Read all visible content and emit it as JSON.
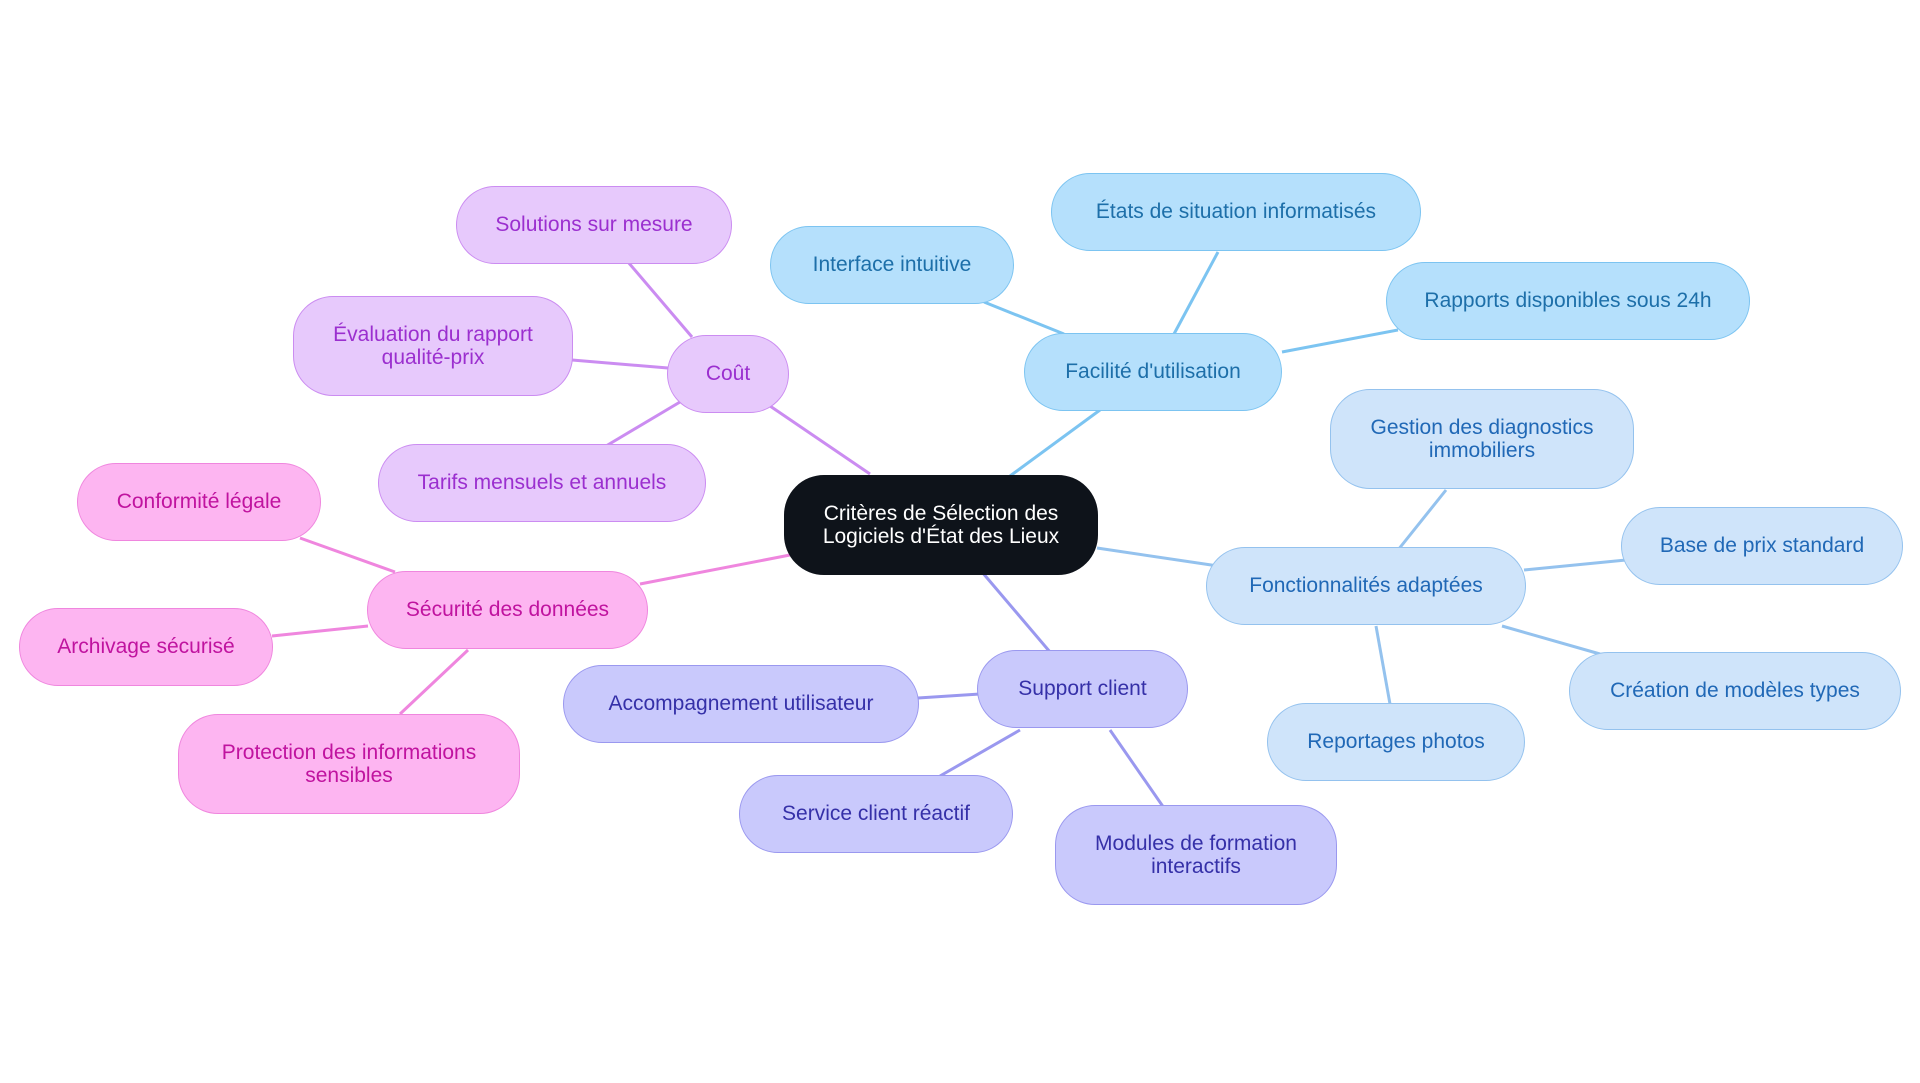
{
  "diagram": {
    "root": {
      "label": "Critères de Sélection des Logiciels d'État des Lieux"
    },
    "branches": [
      {
        "key": "cout",
        "label": "Coût",
        "color": "#cb8cf1",
        "children": [
          "Solutions sur mesure",
          "Évaluation du rapport qualité-prix",
          "Tarifs mensuels et annuels"
        ]
      },
      {
        "key": "securite",
        "label": "Sécurité des données",
        "color": "#ef86de",
        "children": [
          "Conformité légale",
          "Archivage sécurisé",
          "Protection des informations sensibles"
        ]
      },
      {
        "key": "facilite",
        "label": "Facilité d'utilisation",
        "color": "#7cc4f1",
        "children": [
          "Interface intuitive",
          "États de situation informatisés",
          "Rapports disponibles sous 24h"
        ]
      },
      {
        "key": "fonctionnalites",
        "label": "Fonctionnalités adaptées",
        "color": "#94c2ee",
        "children": [
          "Gestion des diagnostics immobiliers",
          "Base de prix standard",
          "Création de modèles types",
          "Reportages photos"
        ]
      },
      {
        "key": "support",
        "label": "Support client",
        "color": "#9a98ef",
        "children": [
          "Accompagnement utilisateur",
          "Service client réactif",
          "Modules de formation interactifs"
        ]
      }
    ]
  }
}
